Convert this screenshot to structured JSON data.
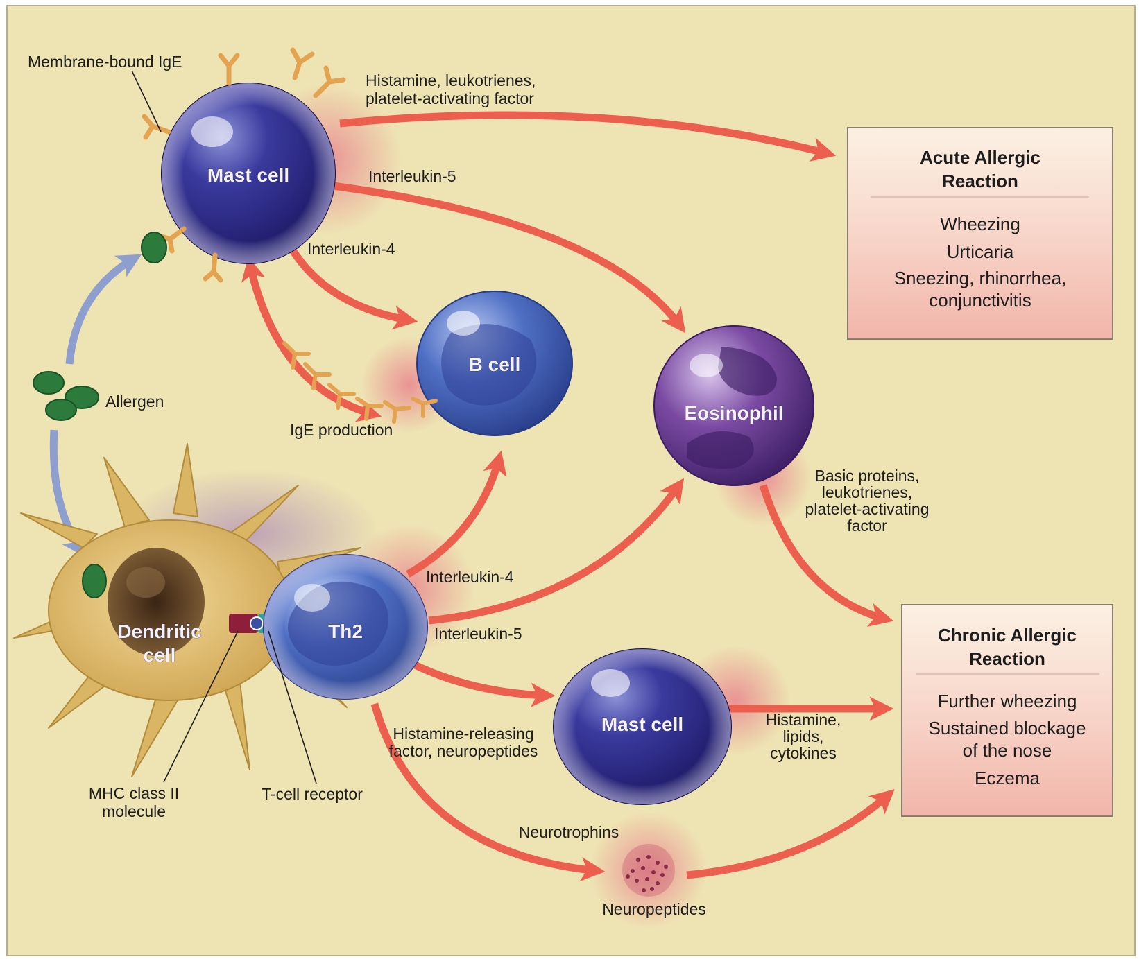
{
  "cells": {
    "mast_cell_top": "Mast cell",
    "b_cell": "B cell",
    "eosinophil": "Eosinophil",
    "dendritic_line1": "Dendritic",
    "dendritic_line2": "cell",
    "th2": "Th2",
    "mast_cell_bottom": "Mast cell"
  },
  "labels": {
    "membrane_bound_ige": "Membrane-bound IgE",
    "histamine_top_line1": "Histamine, leukotrienes,",
    "histamine_top_line2": "platelet-activating factor",
    "interleukin5_top": "Interleukin-5",
    "interleukin4_top": "Interleukin-4",
    "allergen": "Allergen",
    "ige_production": "IgE production",
    "basic_proteins_line1": "Basic proteins,",
    "basic_proteins_line2": "leukotrienes,",
    "basic_proteins_line3": "platelet-activating",
    "basic_proteins_line4": "factor",
    "interleukin4_bottom": "Interleukin-4",
    "interleukin5_bottom": "Interleukin-5",
    "histamine_releasing_line1": "Histamine-releasing",
    "histamine_releasing_line2": "factor, neuropeptides",
    "histamine_lipids_line1": "Histamine,",
    "histamine_lipids_line2": "lipids,",
    "histamine_lipids_line3": "cytokines",
    "mhc_line1": "MHC class II",
    "mhc_line2": "molecule",
    "t_cell_receptor": "T-cell receptor",
    "neurotrophins": "Neurotrophins",
    "neuropeptides": "Neuropeptides"
  },
  "acute_box": {
    "title_line1": "Acute Allergic",
    "title_line2": "Reaction",
    "items": [
      "Wheezing",
      "Urticaria",
      "Sneezing, rhinorrhea,",
      "conjunctivitis"
    ]
  },
  "chronic_box": {
    "title_line1": "Chronic Allergic",
    "title_line2": "Reaction",
    "items": [
      "Further wheezing",
      "Sustained blockage",
      "of the nose",
      "Eczema"
    ]
  },
  "colors": {
    "background": "#eee4b3",
    "red_arrow": "#ec5f4f",
    "blue_arrow": "#8e9fcf",
    "box_fill": "#f6cfc2",
    "mast_cell": "#2c2a86",
    "b_cell": "#4f6fc4",
    "eosinophil": "#6f3f96",
    "dendritic": "#d9b564",
    "allergen": "#2c7a3c",
    "antibody": "#e3a351"
  }
}
